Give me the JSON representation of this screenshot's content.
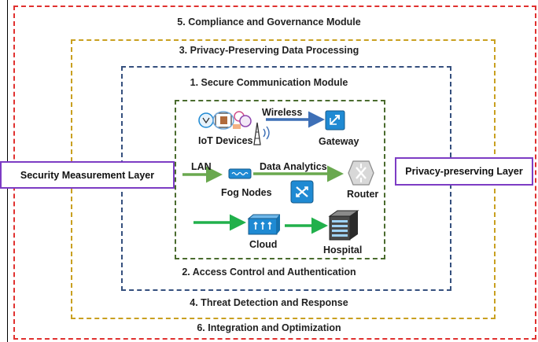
{
  "layers": {
    "compliance": "5. Compliance and Governance Module",
    "privacy_processing": "3. Privacy-Preserving Data Processing",
    "secure_comm": "1. Secure Communication Module",
    "access_control": "2. Access Control and Authentication",
    "threat_detection": "4. Threat Detection and Response",
    "integration": "6. Integration and Optimization"
  },
  "side_boxes": {
    "left": "Security Measurement Layer",
    "right": "Privacy-preserving Layer"
  },
  "nodes": {
    "iot_devices": "IoT Devices",
    "wireless": "Wireless",
    "gateway": "Gateway",
    "lan": "LAN",
    "data_analytics": "Data Analytics",
    "fog_nodes": "Fog Nodes",
    "router": "Router",
    "cloud": "Cloud",
    "hospital": "Hospital"
  },
  "colors": {
    "compliance_border": "#e0312f",
    "privacy_border": "#c9a020",
    "secure_border": "#35507e",
    "core_border": "#4a6b2e",
    "side_box_border": "#7d3cc4",
    "flow_arrow": "#6aa84f",
    "wireless_arrow": "#3d6fb6",
    "device_blue": "#1f8ad3"
  },
  "icons": [
    "iot-devices-icon",
    "cell-tower-icon",
    "gateway-icon",
    "fog-node-icon",
    "switch-icon",
    "router-icon",
    "cloud-server-icon",
    "hospital-server-icon"
  ]
}
